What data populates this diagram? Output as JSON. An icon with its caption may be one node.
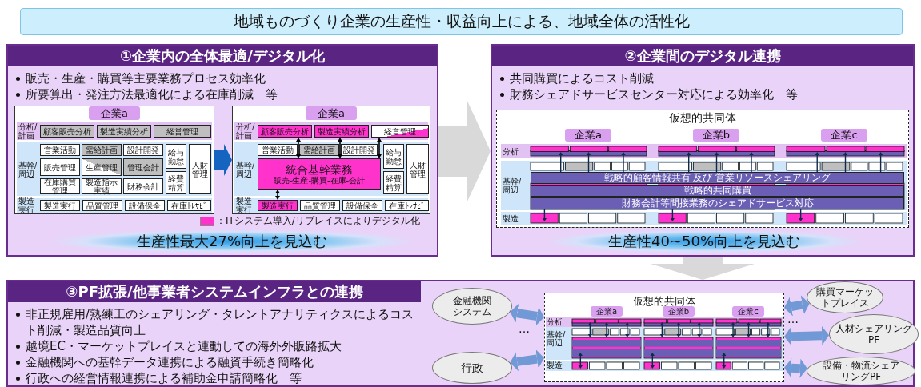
{
  "diagram": {
    "nodes": [
      {
        "text": [
          "地域ものづくり企業の生産性・収益向上による、地域全体の活性化"
        ]
      },
      {
        "text": [
          "①企業内の全体最適/デジタル化",
          "販売・生産・購買等主要業務プロセス効率化",
          "所要算出・発注方法最適化による在庫削減　等"
        ]
      },
      {
        "text": [],
        "shape": "box",
        "in": 1
      },
      {
        "text": [
          "企業a"
        ],
        "in": 2
      },
      {
        "text": [
          "分析/計画"
        ],
        "in": 2
      },
      {
        "text": [
          "顧客販売分析"
        ],
        "in": 4
      },
      {
        "text": [
          "製造実績分析"
        ],
        "in": 4
      },
      {
        "text": [
          "経営管理"
        ],
        "in": 4
      },
      {
        "text": [
          "基幹/周辺"
        ],
        "in": 2
      },
      {
        "text": [
          "営業活動"
        ],
        "in": 8
      },
      {
        "text": [
          "需給計画"
        ],
        "in": 8
      },
      {
        "text": [
          "設計開発"
        ],
        "in": 8
      },
      {
        "text": [
          "販売管理"
        ],
        "in": 8
      },
      {
        "text": [
          "生産管理"
        ],
        "in": 8
      },
      {
        "text": [
          "管理会計"
        ],
        "in": 8
      },
      {
        "text": [
          "在庫購買管理"
        ],
        "in": 8
      },
      {
        "text": [
          "製造指示実績"
        ],
        "in": 8
      },
      {
        "text": [
          "財務会計"
        ],
        "in": 8
      },
      {
        "text": [
          "給与勤怠"
        ],
        "in": 8
      },
      {
        "text": [
          "経費精算"
        ],
        "in": 8
      },
      {
        "text": [
          "人財管理"
        ],
        "in": 8
      },
      {
        "text": [
          "製造実行"
        ],
        "in": 2
      },
      {
        "text": [
          "製造実行"
        ],
        "in": 21
      },
      {
        "text": [
          "品質管理"
        ],
        "in": 21
      },
      {
        "text": [
          "設備保全"
        ],
        "in": 21
      },
      {
        "text": [
          "在庫ﾄﾚｻﾋﾞ"
        ],
        "in": 21
      },
      {
        "text": [],
        "shape": "box",
        "in": 1
      },
      {
        "text": [
          "企業a"
        ],
        "in": 26
      },
      {
        "text": [
          "分析/計画"
        ],
        "in": 26
      },
      {
        "text": [
          "顧客販売分析"
        ],
        "in": 28
      },
      {
        "text": [
          "製造実績分析"
        ],
        "in": 28
      },
      {
        "text": [
          "経営管理"
        ],
        "in": 28
      },
      {
        "text": [
          "基幹/周辺"
        ],
        "in": 26
      },
      {
        "text": [
          "営業活動"
        ],
        "in": 32
      },
      {
        "text": [
          "需給計画"
        ],
        "in": 32
      },
      {
        "text": [
          "設計開発"
        ],
        "in": 32
      },
      {
        "text": [
          "統合基幹業務",
          "販売-生産-購買-在庫-会計"
        ],
        "in": 32
      },
      {
        "text": [
          "給与勤怠"
        ],
        "in": 32
      },
      {
        "text": [
          "経費精算"
        ],
        "in": 32
      },
      {
        "text": [
          "人財管理"
        ],
        "in": 32
      },
      {
        "text": [
          "製造実行"
        ],
        "in": 26
      },
      {
        "text": [
          "製造実行"
        ],
        "in": 40
      },
      {
        "text": [
          "品質管理"
        ],
        "in": 40
      },
      {
        "text": [
          "設備保全"
        ],
        "in": 40
      },
      {
        "text": [
          "在庫ﾄﾚｻﾋﾞ"
        ],
        "in": 40
      },
      {
        "text": [
          "生産性最大27%向上を見込む"
        ],
        "in": 1
      },
      {
        "text": [
          "②企業間のデジタル連携",
          "共同購買によるコスト削減",
          "財務シェアドサービスセンター対応による効率化　等"
        ]
      },
      {
        "text": [
          "仮想的共同体"
        ],
        "in": 46
      },
      {
        "text": [
          "企業a"
        ],
        "in": 47
      },
      {
        "text": [
          "企業b"
        ],
        "in": 47
      },
      {
        "text": [
          "企業c"
        ],
        "in": 47
      },
      {
        "text": [
          "分析"
        ],
        "in": 47
      },
      {
        "text": [
          "基幹/周辺"
        ],
        "in": 47
      },
      {
        "text": [
          "製造"
        ],
        "in": 47
      },
      {
        "text": [
          "戦略的顧客情報共有 及び 営業リソースシェアリング"
        ],
        "in": 52
      },
      {
        "text": [
          "戦略的共同購買"
        ],
        "in": 52
      },
      {
        "text": [
          "財務会計等間接業務のシェアドサービス対応"
        ],
        "in": 52
      },
      {
        "text": [
          "生産性40~50%向上を見込む"
        ],
        "in": 46
      },
      {
        "text": [
          "③PF拡張/他事業者システムインフラとの連携",
          "非正規雇用/熟練工のシェアリング・タレントアナリティクスによるコスト削減・製造品質向上",
          "越境EC・マーケットプレイスと連動しての海外外販路拡大",
          "金融機関への基幹データ連携による融資手続き簡略化",
          "行政への経営情報連携による補助金申請簡略化　等"
        ]
      },
      {
        "text": [
          "金融機関システム"
        ],
        "in": 58
      },
      {
        "text": [
          "行政"
        ],
        "in": 58
      },
      {
        "text": [
          "仮想的共同体"
        ],
        "in": 58
      },
      {
        "text": [
          "企業a"
        ],
        "in": 61
      },
      {
        "text": [
          "企業b"
        ],
        "in": 61
      },
      {
        "text": [
          "企業c"
        ],
        "in": 61
      },
      {
        "text": [
          "購買マーケットプレイス"
        ],
        "in": 58
      },
      {
        "text": [
          "人材シェアリングPF"
        ],
        "in": 58
      },
      {
        "text": [
          "設備・物流シェアリングPF"
        ],
        "in": 58
      }
    ],
    "edges": [
      {
        "from": 2,
        "to": 26,
        "arrow": "to",
        "style": "thick",
        "color": "#1565c0"
      },
      {
        "from": 1,
        "to": 46,
        "arrow": "to",
        "style": "thick",
        "color": "#d9d9d9"
      },
      {
        "from": 46,
        "to": 58,
        "arrow": "to",
        "style": "thick",
        "color": "#d9d9d9"
      },
      {
        "from": 29,
        "to": 36,
        "arrow": "both",
        "color": "#000000"
      },
      {
        "from": 30,
        "to": 36,
        "arrow": "both",
        "color": "#000000"
      },
      {
        "from": 31,
        "to": 36,
        "arrow": "both",
        "color": "#000000"
      },
      {
        "from": 36,
        "to": 41,
        "arrow": "both",
        "color": "#000000"
      },
      {
        "from": 59,
        "to": 61,
        "arrow": "both",
        "color": "#5b8fd0"
      },
      {
        "from": 60,
        "to": 61,
        "arrow": "both",
        "color": "#5b8fd0"
      },
      {
        "from": 61,
        "to": 65,
        "arrow": "both",
        "color": "#5b8fd0"
      },
      {
        "from": 61,
        "to": 66,
        "arrow": "both",
        "color": "#5b8fd0"
      },
      {
        "from": 61,
        "to": 67,
        "arrow": "both",
        "color": "#5b8fd0"
      }
    ],
    "labels": [
      "…",
      "分析",
      "基幹/周辺",
      "製造",
      "…"
    ],
    "legend": [
      {
        "text": "：ITシステム導入/リプレイスによりデジタル化",
        "color": "#ff33cc"
      }
    ]
  }
}
